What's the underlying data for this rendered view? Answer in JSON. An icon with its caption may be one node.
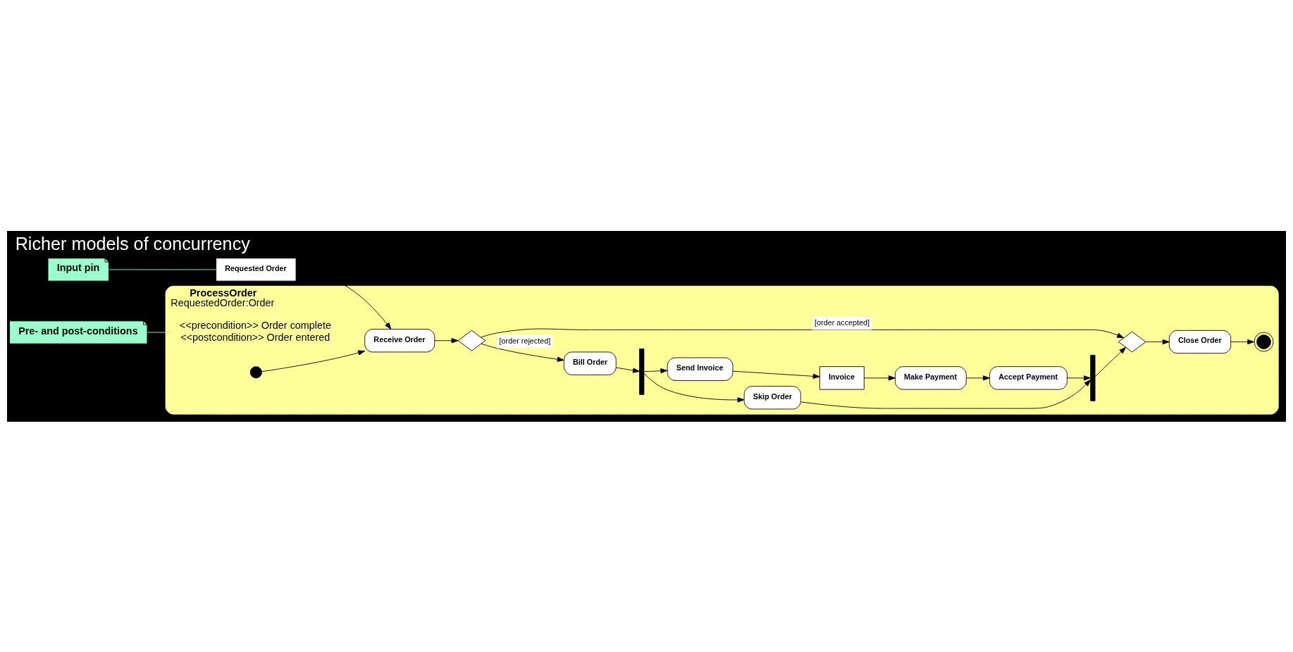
{
  "diagram": {
    "title": "Richer models of concurrency",
    "nodes": [
      {
        "text": [
          "ProcessOrder",
          "RequestedOrder:Order"
        ]
      },
      {
        "text": [
          "Input pin"
        ]
      },
      {
        "text": [
          "Pre- and post-conditions"
        ]
      },
      {
        "text": [
          "<<precondition>> Order complete",
          "<<postcondition>> Order entered"
        ],
        "in": 0
      },
      {
        "text": [
          "Requested Order"
        ]
      },
      {
        "text": [],
        "shape": "circle",
        "in": 0
      },
      {
        "text": [
          "Receive Order"
        ],
        "in": 0
      },
      {
        "text": [],
        "shape": "diamond",
        "in": 0
      },
      {
        "text": [
          "Bill Order"
        ],
        "in": 0
      },
      {
        "text": [],
        "shape": "bar",
        "in": 0
      },
      {
        "text": [
          "Skip Order"
        ],
        "in": 0
      },
      {
        "text": [],
        "shape": "bar",
        "in": 0
      },
      {
        "text": [],
        "shape": "diamond",
        "in": 0
      },
      {
        "text": [
          "Close Order"
        ],
        "in": 0
      },
      {
        "text": [],
        "shape": "circle",
        "in": 0
      },
      {
        "text": [
          "Send Invoice"
        ],
        "in": 0
      },
      {
        "text": [
          "Invoice"
        ],
        "in": 0
      },
      {
        "text": [
          "Make Payment"
        ],
        "in": 0
      },
      {
        "text": [
          "Accept Payment"
        ],
        "in": 0
      }
    ],
    "edges": [
      {
        "from": 1,
        "to": 4,
        "arrow": "none",
        "color": "#99ffcc"
      },
      {
        "from": 2,
        "to": 3,
        "arrow": "none",
        "color": "#99ffcc"
      },
      {
        "from": 5,
        "to": 6,
        "arrow": "to"
      },
      {
        "from": 4,
        "to": 6,
        "arrow": "to"
      },
      {
        "from": 6,
        "to": 7,
        "arrow": "to"
      },
      {
        "from": 7,
        "to": 12,
        "arrow": "to",
        "label": "[order accepted]"
      },
      {
        "from": 7,
        "to": 8,
        "arrow": "to",
        "label": "[order rejected]"
      },
      {
        "from": 8,
        "to": 9,
        "arrow": "to"
      },
      {
        "from": 9,
        "to": 10,
        "arrow": "to"
      },
      {
        "from": 9,
        "to": 15,
        "arrow": "to"
      },
      {
        "from": 10,
        "to": 11,
        "arrow": "to"
      },
      {
        "from": 18,
        "to": 11,
        "arrow": "to"
      },
      {
        "from": 11,
        "to": 12,
        "arrow": "to"
      },
      {
        "from": 12,
        "to": 13,
        "arrow": "to"
      },
      {
        "from": 13,
        "to": 14,
        "arrow": "to"
      },
      {
        "from": 15,
        "to": 16,
        "arrow": "to"
      },
      {
        "from": 16,
        "to": 17,
        "arrow": "to"
      },
      {
        "from": 17,
        "to": 18,
        "arrow": "to"
      }
    ]
  }
}
